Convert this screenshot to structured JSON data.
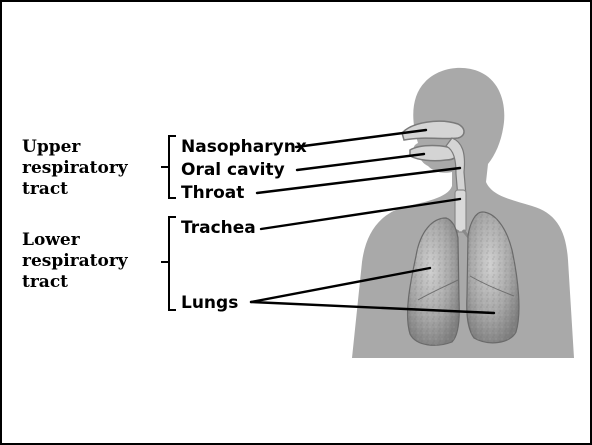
{
  "diagram": {
    "groups": [
      {
        "id": "upper",
        "lines": [
          "Upper",
          "respiratory",
          "tract"
        ]
      },
      {
        "id": "lower",
        "lines": [
          "Lower",
          "respiratory",
          "tract"
        ]
      }
    ],
    "parts": [
      {
        "id": "nasopharynx",
        "label": "Nasopharynx",
        "group": "upper"
      },
      {
        "id": "oral_cavity",
        "label": "Oral cavity",
        "group": "upper"
      },
      {
        "id": "throat",
        "label": "Throat",
        "group": "upper"
      },
      {
        "id": "trachea",
        "label": "Trachea",
        "group": "lower"
      },
      {
        "id": "lungs",
        "label": "Lungs",
        "group": "lower"
      }
    ],
    "colors": {
      "body_silhouette": "#a9a9a9",
      "airway_fill": "#d4d4d4",
      "lung_fill": "#9a9a9a",
      "lung_highlight": "#c8c8c8",
      "lines": "#000000"
    }
  }
}
